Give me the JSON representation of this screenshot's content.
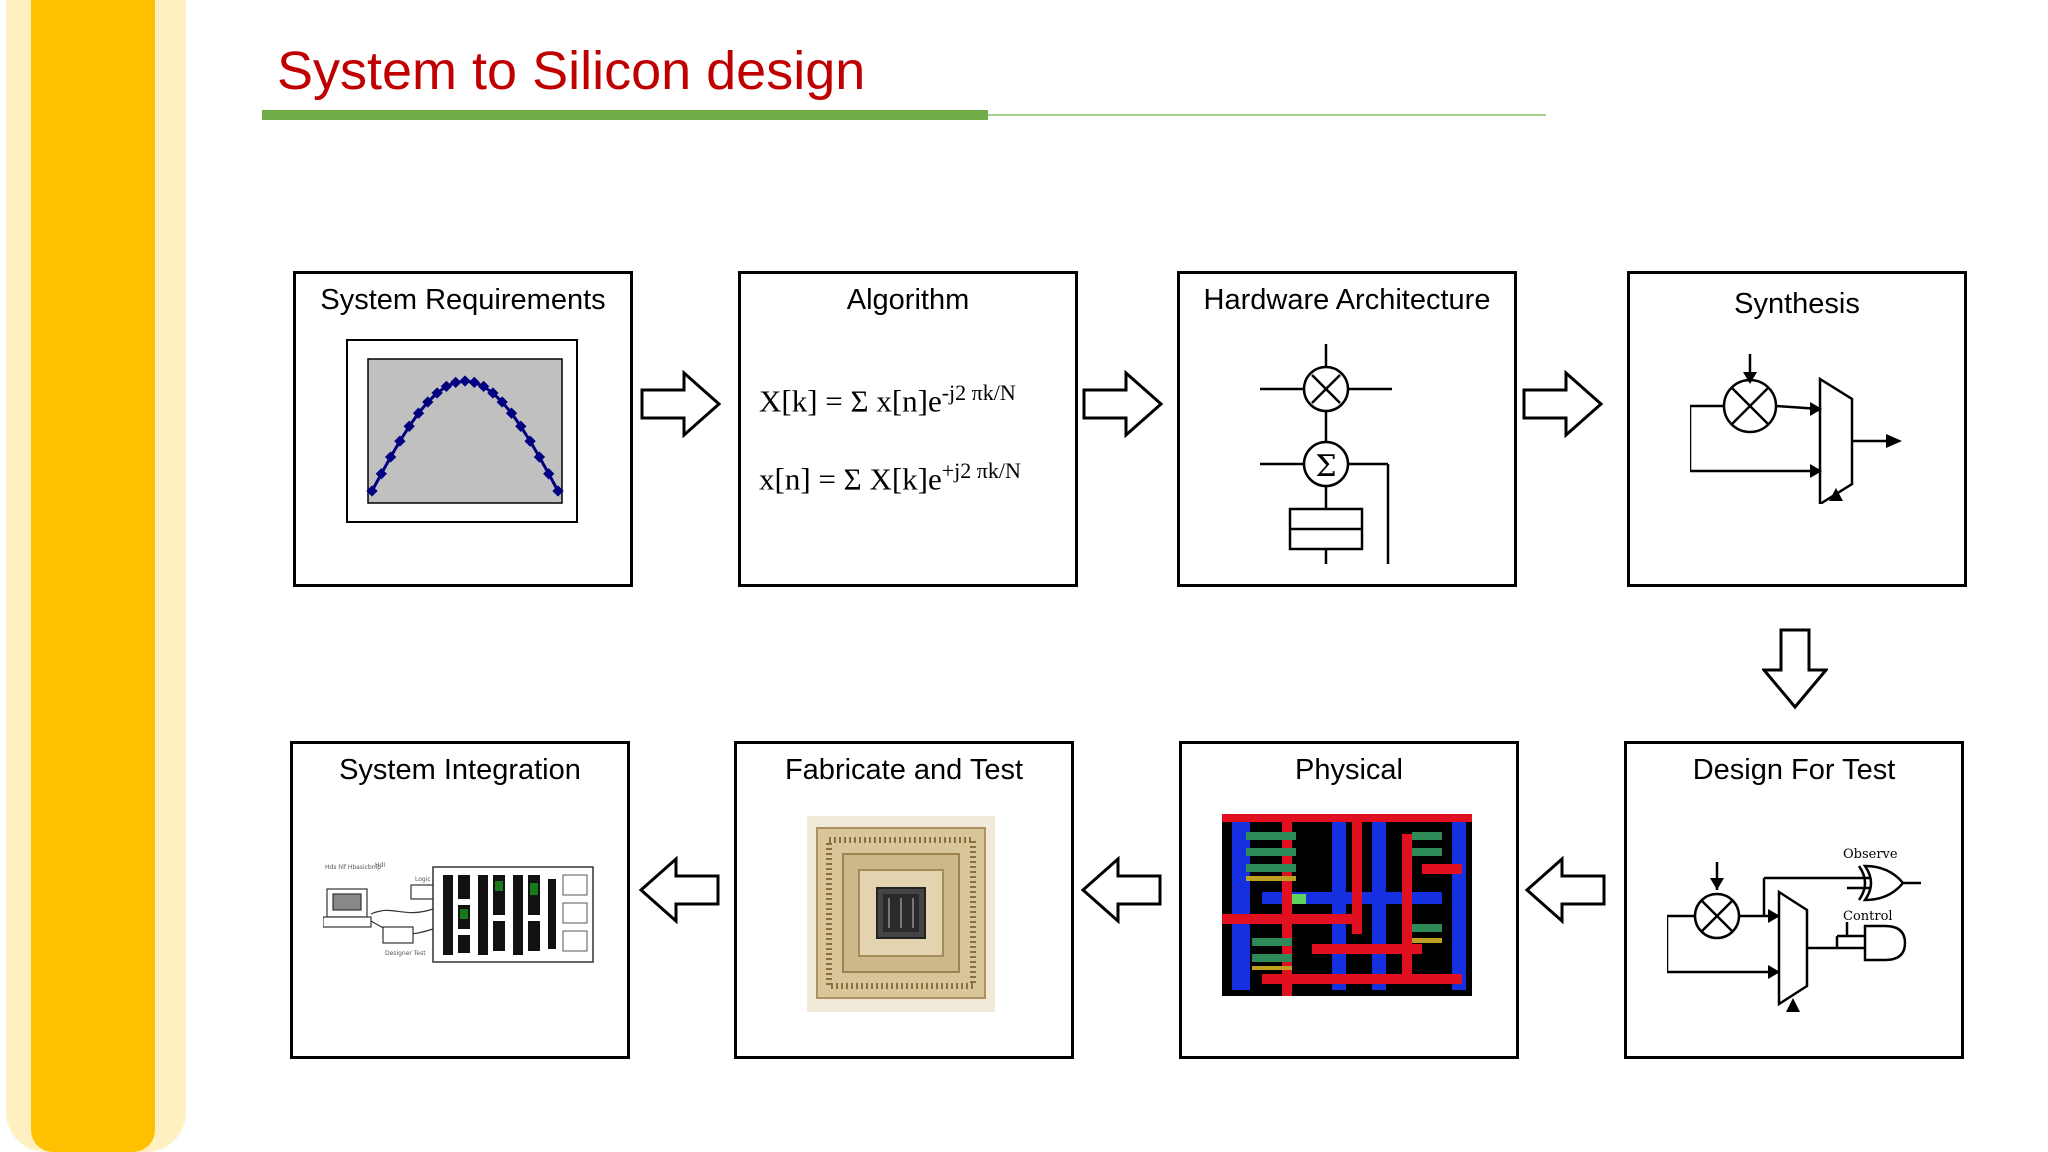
{
  "slide": {
    "title": "System to Silicon design",
    "accent_colors": {
      "sidebar_outer": "#fff0c2",
      "sidebar_inner": "#ffc000",
      "title": "#c00000",
      "underline": "#70ad47"
    }
  },
  "flow": {
    "steps": [
      {
        "label": "System Requirements",
        "icon": "sine-wave-plot"
      },
      {
        "label": "Algorithm",
        "icon": "dft-formulas",
        "formulas": [
          {
            "lhs": "X[k] = ",
            "sigma": "Σ",
            "rhs": " x[n]e",
            "exp": "-j2 πk/N"
          },
          {
            "lhs": "x[n] = ",
            "sigma": "Σ",
            "rhs": " X[k]e",
            "exp": "+j2 πk/N"
          }
        ]
      },
      {
        "label": "Hardware Architecture",
        "icon": "multiplier-accumulator-diagram"
      },
      {
        "label": "Synthesis",
        "icon": "synthesized-datapath-diagram"
      },
      {
        "label": "Design For Test",
        "icon": "dft-logic-diagram",
        "gate_labels": [
          "Observe",
          "Control"
        ]
      },
      {
        "label": "Physical",
        "icon": "chip-layout-image"
      },
      {
        "label": "Fabricate and Test",
        "icon": "chip-package-photo"
      },
      {
        "label": "System Integration",
        "icon": "test-board-setup"
      }
    ],
    "arrow_icon": "hollow-arrow"
  }
}
